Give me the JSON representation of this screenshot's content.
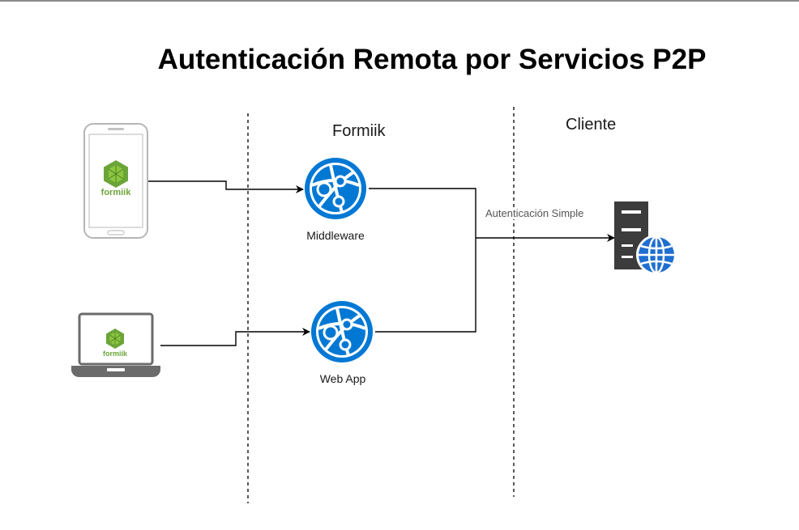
{
  "title": "Autenticación Remota por Servicios P2P",
  "zones": {
    "formiik": "Formiik",
    "cliente": "Cliente"
  },
  "nodes": {
    "mobile": {
      "brand": "formiik",
      "icon": "smartphone-icon"
    },
    "laptop": {
      "brand": "formiik",
      "icon": "laptop-icon"
    },
    "middleware": {
      "label": "Middleware",
      "icon": "azure-web-app-globe-icon"
    },
    "webapp": {
      "label": "Web App",
      "icon": "azure-web-app-globe-icon"
    },
    "server": {
      "icon": "web-server-icon"
    }
  },
  "edges": {
    "auth_label": "Autenticación Simple"
  },
  "colors": {
    "azure_blue": "#0078d4",
    "formiik_green": "#6ba539",
    "device_gray": "#9e9e9e",
    "server_dark": "#3c3c3c"
  }
}
